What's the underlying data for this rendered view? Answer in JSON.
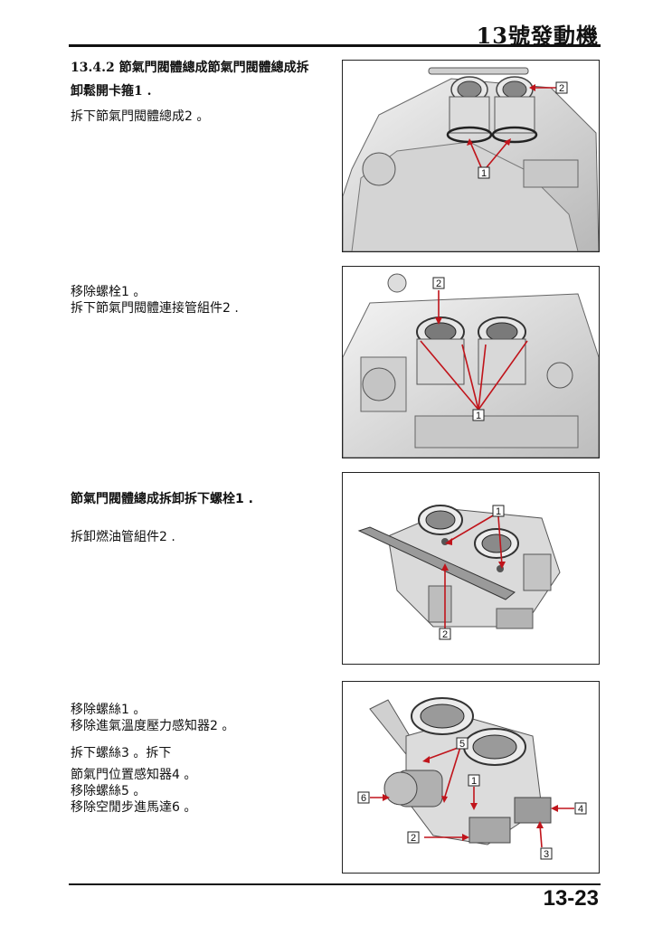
{
  "header": {
    "title": "13號發動機"
  },
  "footer": {
    "page_number": "13-23"
  },
  "sections": [
    {
      "heading_line1": "13.4.2 節氣門閥體總成節氣門閥體總成拆",
      "heading_line2": "卸鬆開卡箍1 .",
      "lines": [
        "拆下節氣門閥體總成2 。"
      ],
      "callouts": [
        "1",
        "2"
      ]
    },
    {
      "lines": [
        "移除螺栓1 。",
        "拆下節氣門閥體連接管組件2 ."
      ],
      "callouts": [
        "1",
        "2"
      ]
    },
    {
      "heading": "節氣門閥體總成拆卸拆下螺栓1 .",
      "lines": [
        "拆卸燃油管組件2 ."
      ],
      "callouts": [
        "1",
        "2"
      ]
    },
    {
      "lines": [
        "移除螺絲1 。",
        "移除進氣溫度壓力感知器2 。",
        "拆下螺絲3 。拆下",
        "節氣門位置感知器4 。",
        "移除螺絲5 。",
        "移除空閒步進馬達6 。"
      ],
      "callouts": [
        "1",
        "2",
        "3",
        "4",
        "5",
        "6"
      ]
    }
  ],
  "colors": {
    "callout_arrow": "#c0141b",
    "text": "#111111"
  }
}
